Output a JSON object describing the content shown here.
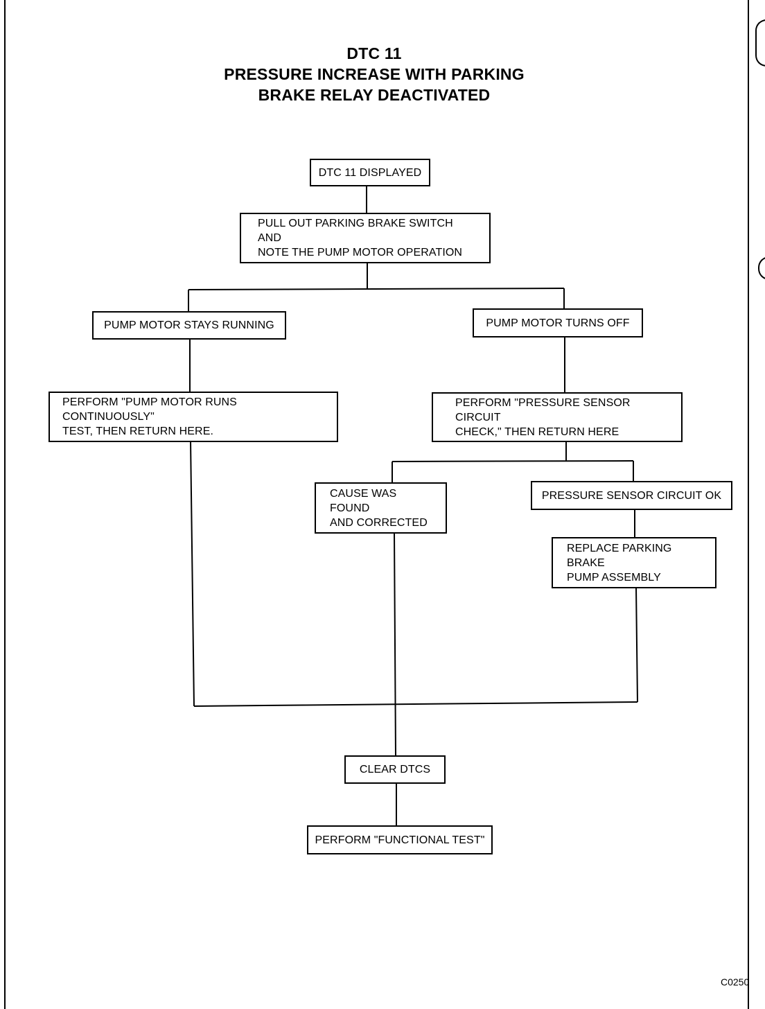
{
  "title": {
    "line1": "DTC 11",
    "line2": "PRESSURE INCREASE WITH PARKING",
    "line3": "BRAKE RELAY DEACTIVATED"
  },
  "nodes": {
    "dtc_displayed": "DTC 11 DISPLAYED",
    "pull_out_switch": "PULL OUT PARKING BRAKE SWITCH AND\nNOTE THE PUMP MOTOR OPERATION",
    "motor_stays_running": "PUMP MOTOR STAYS RUNNING",
    "motor_turns_off": "PUMP MOTOR TURNS OFF",
    "perform_runs_continuously": "PERFORM \"PUMP MOTOR RUNS CONTINUOUSLY\"\nTEST, THEN RETURN HERE.",
    "perform_sensor_check": "PERFORM \"PRESSURE SENSOR CIRCUIT\nCHECK,\" THEN RETURN HERE",
    "cause_found": "CAUSE WAS FOUND\nAND CORRECTED",
    "sensor_circuit_ok": "PRESSURE SENSOR CIRCUIT OK",
    "replace_pump": "REPLACE PARKING BRAKE\nPUMP ASSEMBLY",
    "clear_dtcs": "CLEAR DTCS",
    "functional_test": "PERFORM \"FUNCTIONAL TEST\""
  },
  "figure_code": "C0250"
}
